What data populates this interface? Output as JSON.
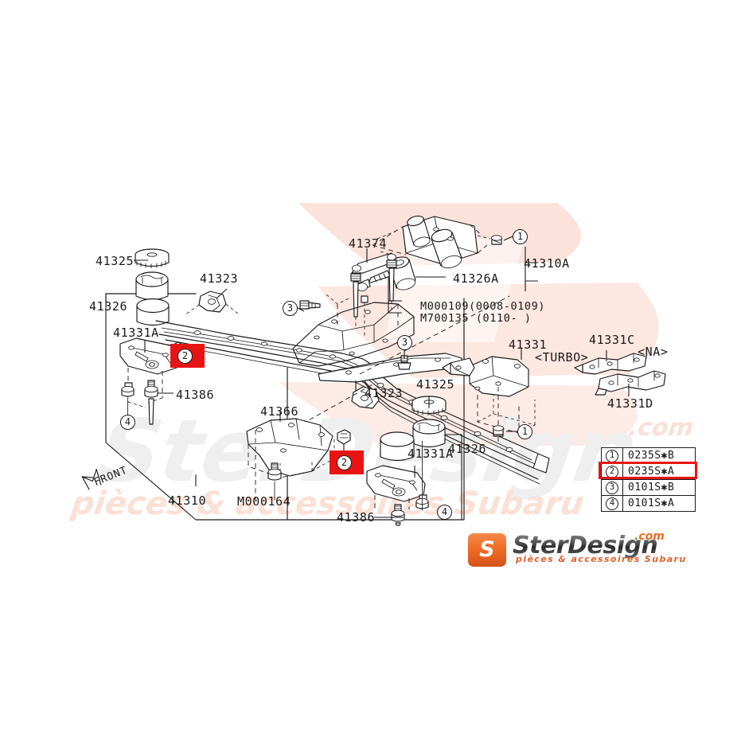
{
  "diagram": {
    "title": "Subaru rear crossmember / differential mounting parts diagram",
    "front_arrow_label": "FRONT",
    "turbo_tag": "<TURBO>",
    "na_tag": "<NA>"
  },
  "labels": {
    "p41325_top": "41325",
    "p41326_left": "41326",
    "p41323_top": "41323",
    "p41331a_left": "41331A",
    "p41386_left": "41386",
    "p41310": "41310",
    "p41374": "41374",
    "p41310a": "41310A",
    "p41326a": "41326A",
    "m000109": "M000109(0008-0109)",
    "m700135": "M700135 (0110-    )",
    "p41331_turbo": "41331",
    "p41331c": "41331C",
    "p41331d": "41331D",
    "p41323_mid": "41323",
    "p41325_mid": "41325",
    "p41326_mid": "41326",
    "p41331a_mid": "41331A",
    "p41366": "41366",
    "m000164": "M000164",
    "p41386_mid": "41386"
  },
  "callouts": {
    "c1_top": "1",
    "c1_mid": "1",
    "c2_left": "2",
    "c2_mid": "2",
    "c3_top": "3",
    "c3_mid": "3",
    "c4_left": "4",
    "c4_mid": "4"
  },
  "legend": {
    "rows": [
      {
        "num": "1",
        "code": "0235S✱B"
      },
      {
        "num": "2",
        "code": "0235S✱A"
      },
      {
        "num": "3",
        "code": "0101S✱B"
      },
      {
        "num": "4",
        "code": "0101S✱A"
      }
    ],
    "highlighted_row_index": 1
  },
  "logo": {
    "mark_letter": "S",
    "word": "SterDesign",
    "tld": ".com",
    "tagline": "pièces & accessoires Subaru"
  },
  "watermarks": {
    "big_script": "SterDesign",
    "tagline": "pièces & accessoires Subaru",
    "dotcom": ".com"
  },
  "colors": {
    "highlight_red": "#e81414",
    "line_black": "#1a1a1a",
    "logo_orange": "#ef6b24",
    "paper_white": "#ffffff",
    "watermark_grey": "#efefef",
    "watermark_pink": "#fbe3dc"
  }
}
